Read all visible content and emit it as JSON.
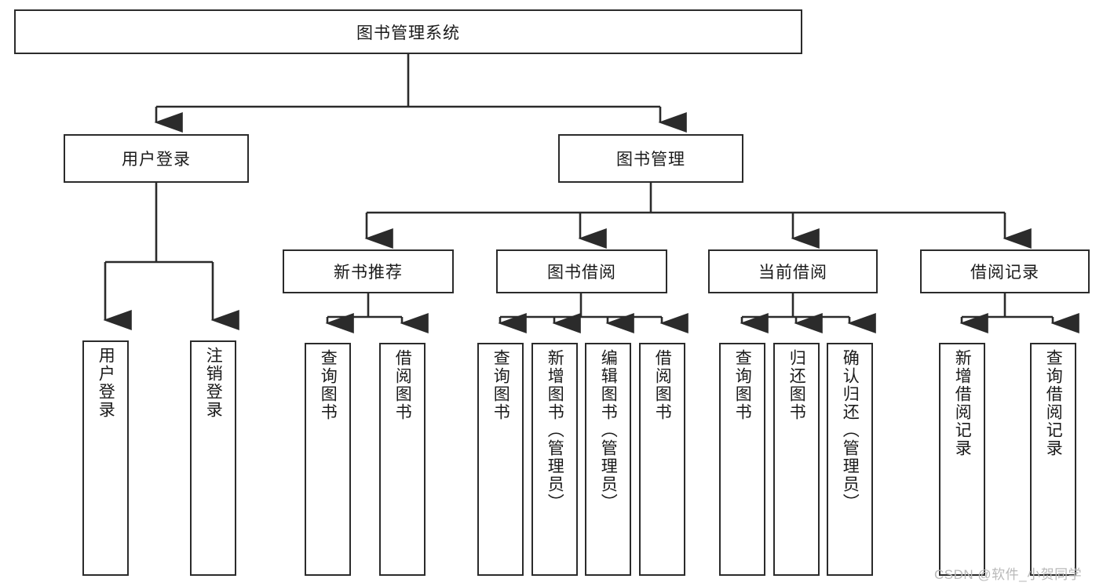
{
  "diagram": {
    "type": "tree-hierarchy-chart",
    "title": "图书管理系统",
    "orientation": "top-down",
    "colors": {
      "box_border": "#2b2b2b",
      "box_fill": "#ffffff",
      "connector": "#2b2b2b",
      "text": "#1a1a1a",
      "watermark": "#b9b9b9",
      "background": "#ffffff"
    }
  },
  "root": {
    "label": "图书管理系统"
  },
  "level2": [
    {
      "label": "用户登录"
    },
    {
      "label": "图书管理"
    }
  ],
  "level3": [
    {
      "label": "新书推荐"
    },
    {
      "label": "图书借阅"
    },
    {
      "label": "当前借阅"
    },
    {
      "label": "借阅记录"
    }
  ],
  "leaves": {
    "user_login": [
      {
        "label": "用户登录"
      },
      {
        "label": "注销登录"
      }
    ],
    "new_book_recommend": [
      {
        "label": "查询图书"
      },
      {
        "label": "借阅图书"
      }
    ],
    "book_borrow": [
      {
        "label": "查询图书"
      },
      {
        "label": "新增图书（管理员）"
      },
      {
        "label": "编辑图书（管理员）"
      },
      {
        "label": "借阅图书"
      }
    ],
    "current_borrow": [
      {
        "label": "查询图书"
      },
      {
        "label": "归还图书"
      },
      {
        "label": "确认归还（管理员）"
      }
    ],
    "borrow_record": [
      {
        "label": "新增借阅记录"
      },
      {
        "label": "查询借阅记录"
      }
    ]
  },
  "watermark": {
    "text": "CSDN @软件_小贺同学"
  }
}
